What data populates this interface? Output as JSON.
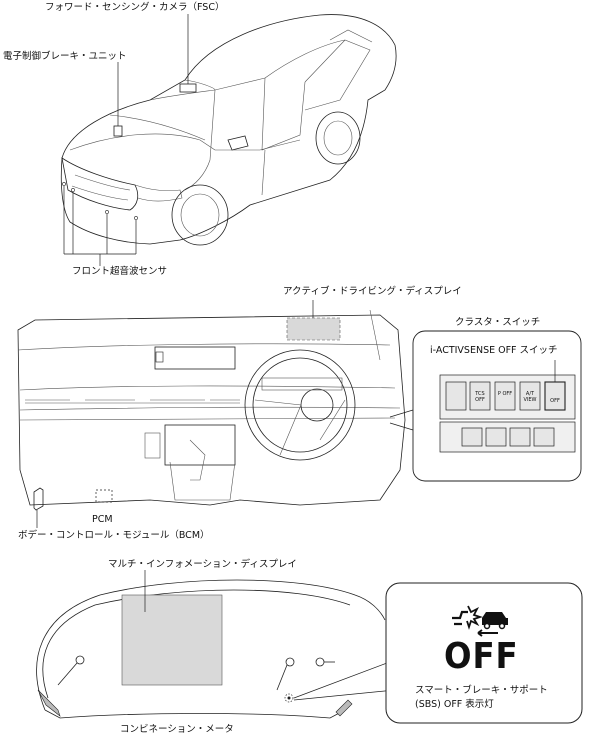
{
  "labels": {
    "fsc": "フォワード・センシング・カメラ（FSC）",
    "brake_unit": "電子制御ブレーキ・ユニット",
    "front_sensor": "フロント超音波センサ",
    "active_display": "アクティブ・ドライビング・ディスプレイ",
    "cluster_switch": "クラスタ・スイッチ",
    "iactivsense_switch": "i-ACTIVSENSE OFF スイッチ",
    "pcm": "PCM",
    "bcm": "ボデー・コントロール・モジュール（BCM）",
    "multi_info_display": "マルチ・インフォメーション・ディスプレイ",
    "combination_meter": "コンビネーション・メータ",
    "sbs_indicator_line1": "スマート・ブレーキ・サポート",
    "sbs_indicator_line2": "(SBS) OFF 表示灯"
  },
  "indicator": {
    "text": "OFF",
    "icon": "sbs-collision-car-icon"
  },
  "switch_panel": {
    "buttons": [
      "",
      "TCS OFF",
      "P OFF",
      "A/T VIEW",
      "OFF"
    ]
  }
}
